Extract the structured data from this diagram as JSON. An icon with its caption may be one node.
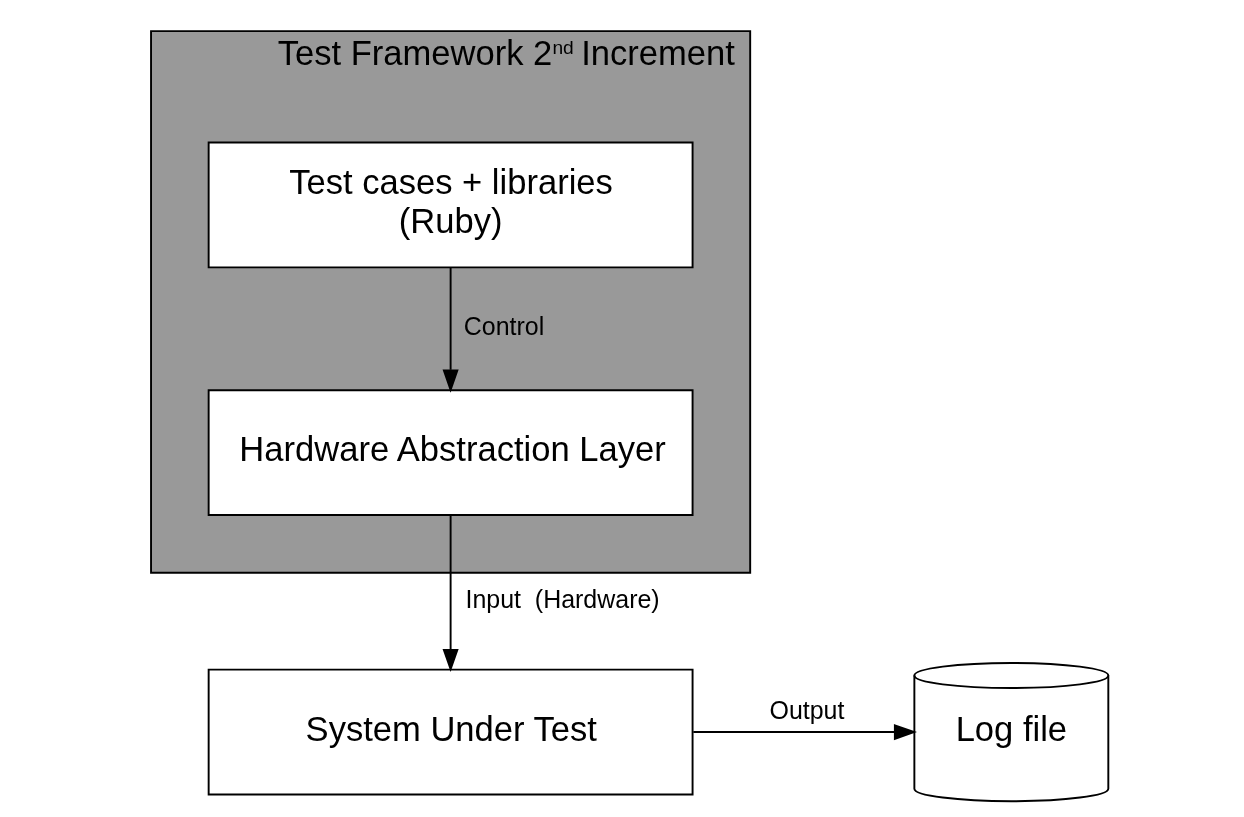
{
  "diagram": {
    "nodes": [
      {
        "text": [
          "Test Framework 2$^{nd}$ Increment"
        ]
      },
      {
        "text": [
          "Test cases + libraries",
          "(Ruby)"
        ],
        "in": 0
      },
      {
        "text": [
          "Hardware Abstraction Layer"
        ],
        "in": 0
      },
      {
        "text": [
          "System Under Test"
        ]
      },
      {
        "text": [
          "Log file"
        ]
      }
    ],
    "edges": [
      {
        "from": 1,
        "to": 2,
        "arrow": "to",
        "label": "Control"
      },
      {
        "from": 2,
        "to": 3,
        "arrow": "to",
        "label": "Input  (Hardware)"
      },
      {
        "from": 3,
        "to": 4,
        "arrow": "to",
        "label": "Output"
      }
    ]
  }
}
